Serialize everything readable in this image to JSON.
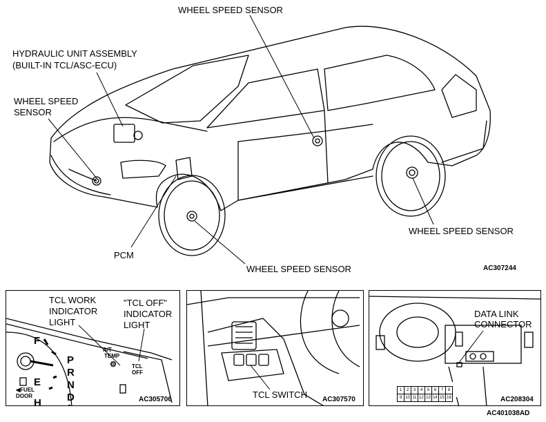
{
  "main": {
    "labels": {
      "top_wss": "WHEEL SPEED SENSOR",
      "hu_line1": "HYDRAULIC UNIT ASSEMBLY",
      "hu_line2": "(BUILT-IN TCL/ASC-ECU)",
      "left_wss_line1": "WHEEL SPEED",
      "left_wss_line2": "SENSOR",
      "pcm": "PCM",
      "bottom_wss": "WHEEL SPEED SENSOR",
      "right_wss": "WHEEL SPEED SENSOR"
    },
    "code": "AC307244"
  },
  "panel1": {
    "work_line1": "TCL WORK",
    "work_line2": "INDICATOR",
    "work_line3": "LIGHT",
    "off_line1": "\"TCL OFF\"",
    "off_line2": "INDICATOR",
    "off_line3": "LIGHT",
    "gauge_f": "F",
    "gauge_e": "E",
    "gauge_h": "H",
    "gear_p": "P",
    "gear_r": "R",
    "gear_n": "N",
    "gear_d": "D",
    "gear_s": "-",
    "at_temp_line1": "A/T",
    "at_temp_line2": "TEMP",
    "tcl_line1": "TCL",
    "tcl_line2": "OFF",
    "fuel_line1": "◀FUEL",
    "fuel_line2": "DOOR",
    "code": "AC305706"
  },
  "panel2": {
    "switch": "TCL SWITCH",
    "code": "AC307570"
  },
  "panel3": {
    "dlc_line1": "DATA LINK",
    "dlc_line2": "CONNECTOR",
    "pins_top": [
      "1",
      "2",
      "3",
      "4",
      "5",
      "6",
      "7",
      "8"
    ],
    "pins_bottom": [
      "9",
      "10",
      "11",
      "12",
      "13",
      "14",
      "15",
      "16"
    ],
    "code": "AC208304"
  },
  "figure_code": "AC401038AD"
}
